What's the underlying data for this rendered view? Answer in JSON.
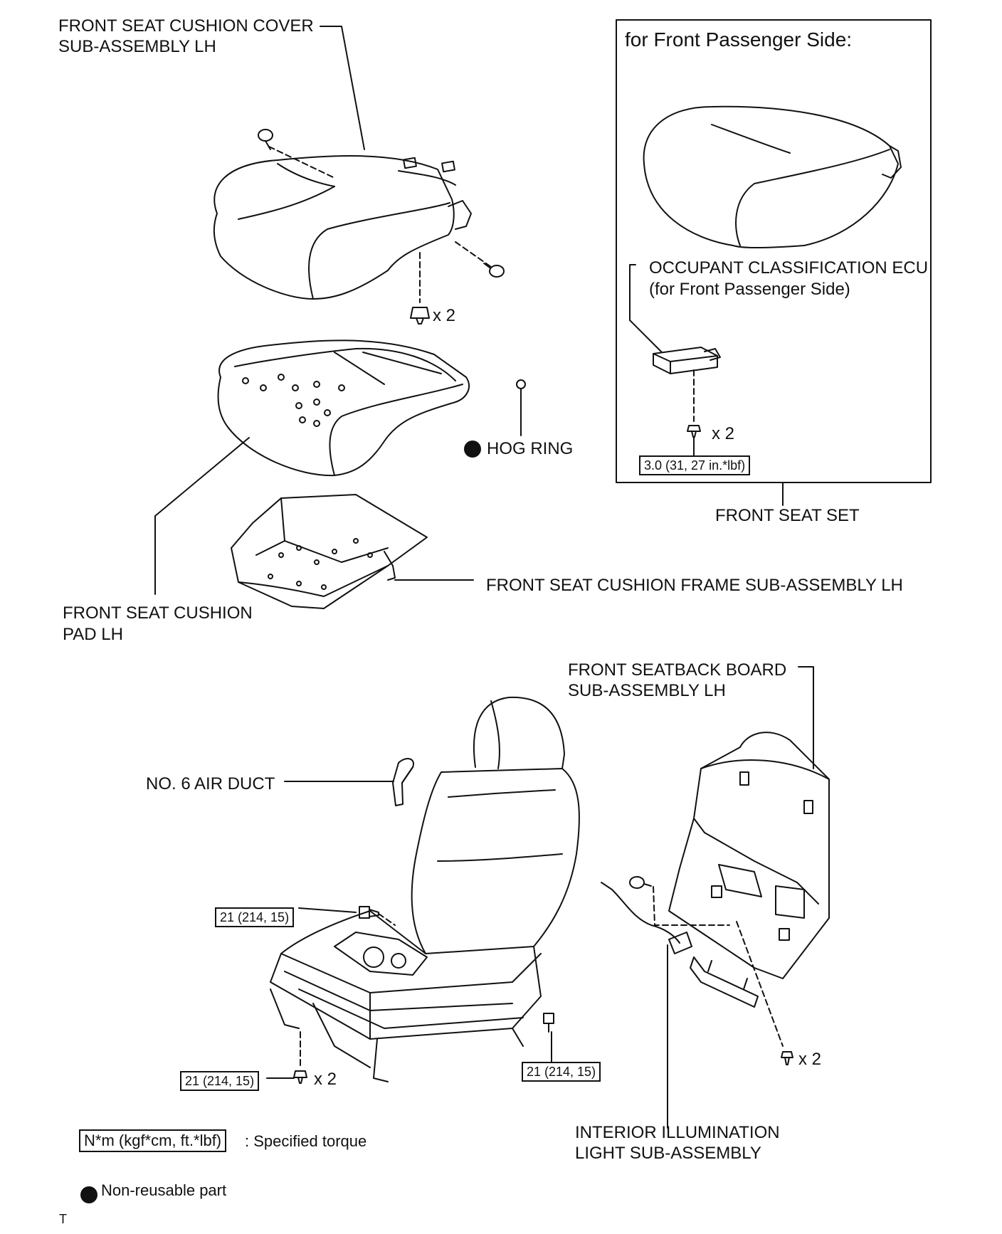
{
  "labels": {
    "cushion_cover_1": "FRONT SEAT CUSHION COVER",
    "cushion_cover_2": "SUB-ASSEMBLY LH",
    "passenger_title": "for Front Passenger Side:",
    "ecu_1": "OCCUPANT CLASSIFICATION ECU",
    "ecu_2": "(for Front Passenger Side)",
    "hog_ring": "HOG RING",
    "front_seat_set": "FRONT SEAT SET",
    "cushion_frame": "FRONT SEAT CUSHION FRAME SUB-ASSEMBLY LH",
    "cushion_pad_1": "FRONT SEAT CUSHION",
    "cushion_pad_2": "PAD LH",
    "seatback_board_1": "FRONT SEATBACK BOARD",
    "seatback_board_2": "SUB-ASSEMBLY LH",
    "air_duct": "NO. 6 AIR DUCT",
    "illumination_1": "INTERIOR ILLUMINATION",
    "illumination_2": "LIGHT SUB-ASSEMBLY",
    "qty_cover_clip": "x 2",
    "qty_ecu_bolt": "x 2",
    "qty_rail_bolt": "x 2",
    "qty_board_screw": "x 2"
  },
  "torques": {
    "ecu": "3.0 (31, 27 in.*lbf)",
    "seat_upper_left": "21 (214, 15)",
    "seat_lower_left": "21 (214, 15)",
    "seat_lower_right": "21 (214, 15)"
  },
  "legend": {
    "torque_box": "N*m (kgf*cm, ft.*lbf)",
    "torque_text": ": Specified torque",
    "nonreusable_text": "Non-reusable part",
    "footer_mark": "T"
  }
}
